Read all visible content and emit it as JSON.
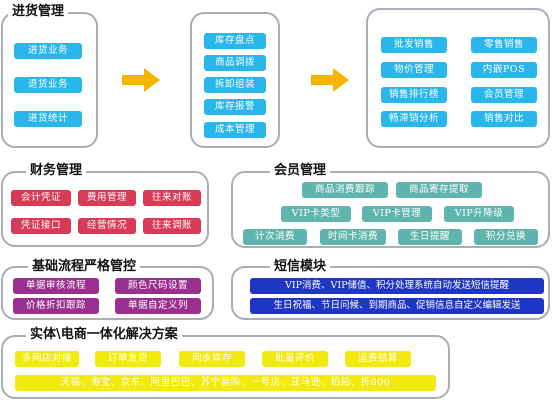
{
  "purchase": {
    "title": "进货管理",
    "items": [
      "进货业务",
      "退货业务",
      "进货统计"
    ]
  },
  "inventory": {
    "items": [
      "库存盘点",
      "商品调拨",
      "拆卸组装",
      "库存报警",
      "成本管理"
    ]
  },
  "sales": {
    "items": [
      "批发销售",
      "零售销售",
      "物价管理",
      "内嵌POS",
      "销售排行榜",
      "会员管理",
      "畅滞销分析",
      "销售对比"
    ]
  },
  "finance": {
    "title": "财务管理",
    "items": [
      "会计凭证",
      "费用管理",
      "往来对账",
      "凭证接口",
      "经营情况",
      "往来调账"
    ]
  },
  "member": {
    "title": "会员管理",
    "items": [
      "商品消费跟踪",
      "商品寄存提取",
      "VIP卡类型",
      "VIP卡管理",
      "VIP升降级",
      "计次消费",
      "时间卡消费",
      "生日提醒",
      "积分兑换"
    ]
  },
  "workflow": {
    "title": "基础流程严格管控",
    "items": [
      "单据审核流程",
      "颜色尺码设置",
      "价格折扣跟踪",
      "单据自定义列"
    ]
  },
  "sms": {
    "title": "短信模块",
    "items": [
      "VIP消费、VIP储值、积分处理系统自动发送短信提醒",
      "生日祝福、节日问候、到期商品、促销信息自定义编辑发送"
    ]
  },
  "ecommerce": {
    "title": "实体\\电商一体化解决方案",
    "items": [
      "多网店对接",
      "订单发货",
      "同步库存",
      "批量评价",
      "运费结算"
    ],
    "platforms": "天猫、淘宝、京东、阿里巴巴、苏宁易购、一号店、亚马逊、拍拍、折800"
  },
  "colors": {
    "blue": "#29b6ea",
    "red": "#d93a55",
    "purple": "#9b2f8f",
    "teal": "#5fb5ad",
    "navy": "#1f36c4",
    "yellow": "#f2e90f",
    "arrow": "#f5b400",
    "border": "#a9aeb6"
  }
}
